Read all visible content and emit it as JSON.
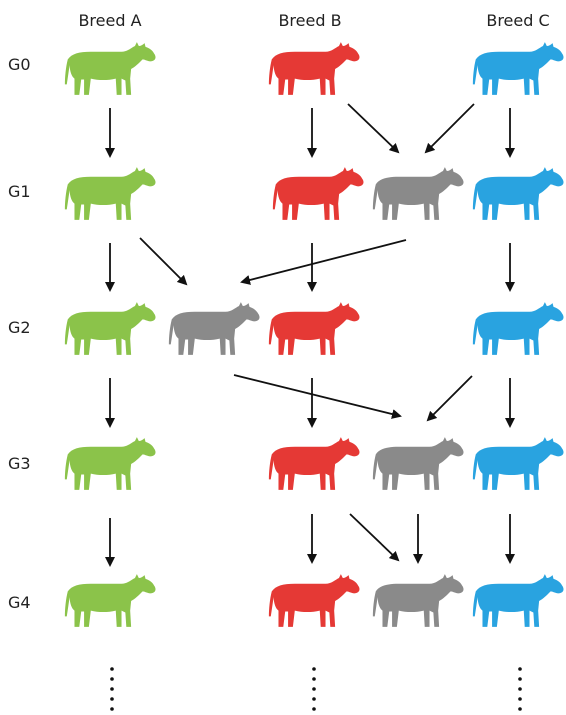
{
  "header": {
    "breeds": [
      {
        "label": "Breed A",
        "color": "#8bc34a"
      },
      {
        "label": "Breed B",
        "color": "#e53935"
      },
      {
        "label": "Breed C",
        "color": "#29a3e0"
      }
    ]
  },
  "generations": [
    "G0",
    "G1",
    "G2",
    "G3",
    "G4"
  ],
  "crossbred_color": "#8a8a8a",
  "continuation": "⋮"
}
